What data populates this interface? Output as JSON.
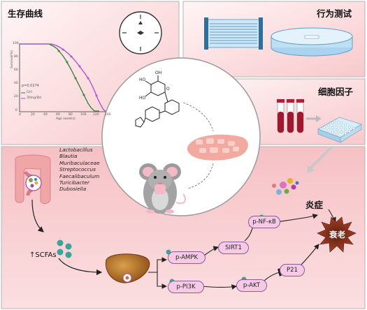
{
  "panels": {
    "survival_title": "生存曲线",
    "behavior_title": "行为测试",
    "cytokine_title": "细胞因子",
    "inflammation_label": "炎症",
    "aging_label": "衰老"
  },
  "survival_plot": {
    "y_label": "Survival(%)",
    "x_label": "Age (weeks)",
    "p_value": "p=0.0274",
    "legend": [
      "Ctrl",
      "30mg/Dd"
    ],
    "y_ticks": [
      "100",
      "80",
      "60",
      "40",
      "20",
      "0"
    ],
    "x_ticks": [
      "0",
      "20",
      "40",
      "60",
      "80",
      "100",
      "120",
      "140"
    ]
  },
  "microbes": [
    "Lactobacillus",
    "Blautia",
    "Muribaculaceae",
    "Streptococcus",
    "Faecalibaculum",
    "Turicibacter",
    "Dubosiella"
  ],
  "scfa_label": "↑SCFAs",
  "pathway": {
    "p_ampk": "p-AMPK",
    "sirt1": "SIRT1",
    "p_nfkb": "p-NF-κB",
    "p_pi3k": "p-PI3K",
    "p_akt": "p-AKT",
    "p21": "P21"
  },
  "colors": {
    "panel_bg": "#fbe3e5",
    "panel_border": "#bdbdbd",
    "node_fill": "#f6c9e4",
    "node_border": "#8a5a9a",
    "ctrl_line": "#2e7d32",
    "treated_line": "#a64bd1",
    "arrow": "#222222",
    "teal_dot": "#3aa39a"
  }
}
